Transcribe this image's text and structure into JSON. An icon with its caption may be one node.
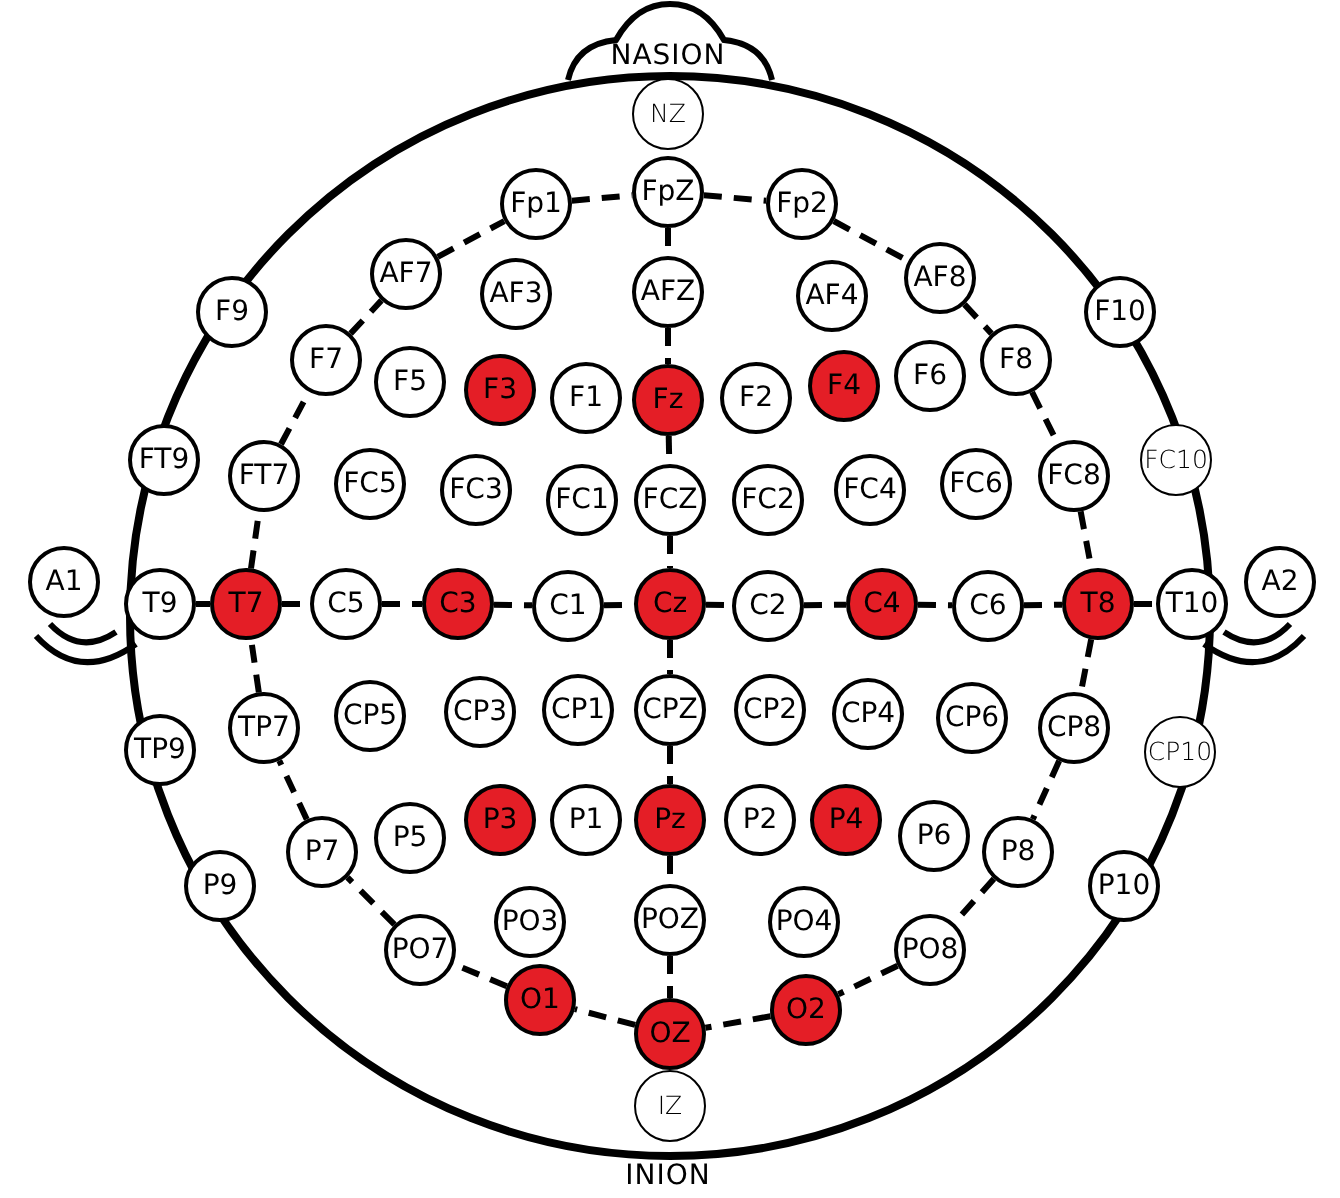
{
  "diagram": {
    "nodes": [
      {
        "text": [
          "NZ"
        ]
      },
      {
        "text": [
          "Fp1"
        ]
      },
      {
        "text": [
          "FpZ"
        ]
      },
      {
        "text": [
          "Fp2"
        ]
      },
      {
        "text": [
          "AF7"
        ]
      },
      {
        "text": [
          "AF3"
        ]
      },
      {
        "text": [
          "AFZ"
        ]
      },
      {
        "text": [
          "AF4"
        ]
      },
      {
        "text": [
          "AF8"
        ]
      },
      {
        "text": [
          "F9"
        ]
      },
      {
        "text": [
          "F10"
        ]
      },
      {
        "text": [
          "F7"
        ]
      },
      {
        "text": [
          "F5"
        ]
      },
      {
        "text": [
          "F3"
        ]
      },
      {
        "text": [
          "F1"
        ]
      },
      {
        "text": [
          "Fz"
        ]
      },
      {
        "text": [
          "F2"
        ]
      },
      {
        "text": [
          "F4"
        ]
      },
      {
        "text": [
          "F6"
        ]
      },
      {
        "text": [
          "F8"
        ]
      },
      {
        "text": [
          "FT9"
        ]
      },
      {
        "text": [
          "FT7"
        ]
      },
      {
        "text": [
          "FC5"
        ]
      },
      {
        "text": [
          "FC3"
        ]
      },
      {
        "text": [
          "FC1"
        ]
      },
      {
        "text": [
          "FCZ"
        ]
      },
      {
        "text": [
          "FC2"
        ]
      },
      {
        "text": [
          "FC4"
        ]
      },
      {
        "text": [
          "FC6"
        ]
      },
      {
        "text": [
          "FC8"
        ]
      },
      {
        "text": [
          "FC10"
        ]
      },
      {
        "text": [
          "A1"
        ]
      },
      {
        "text": [
          "T9"
        ]
      },
      {
        "text": [
          "T7"
        ]
      },
      {
        "text": [
          "C5"
        ]
      },
      {
        "text": [
          "C3"
        ]
      },
      {
        "text": [
          "C1"
        ]
      },
      {
        "text": [
          "Cz"
        ]
      },
      {
        "text": [
          "C2"
        ]
      },
      {
        "text": [
          "C4"
        ]
      },
      {
        "text": [
          "C6"
        ]
      },
      {
        "text": [
          "T8"
        ]
      },
      {
        "text": [
          "T10"
        ]
      },
      {
        "text": [
          "A2"
        ]
      },
      {
        "text": [
          "TP9"
        ]
      },
      {
        "text": [
          "TP7"
        ]
      },
      {
        "text": [
          "CP5"
        ]
      },
      {
        "text": [
          "CP3"
        ]
      },
      {
        "text": [
          "CP1"
        ]
      },
      {
        "text": [
          "CPZ"
        ]
      },
      {
        "text": [
          "CP2"
        ]
      },
      {
        "text": [
          "CP4"
        ]
      },
      {
        "text": [
          "CP6"
        ]
      },
      {
        "text": [
          "CP8"
        ]
      },
      {
        "text": [
          "CP10"
        ]
      },
      {
        "text": [
          "P9"
        ]
      },
      {
        "text": [
          "P7"
        ]
      },
      {
        "text": [
          "P5"
        ]
      },
      {
        "text": [
          "P3"
        ]
      },
      {
        "text": [
          "P1"
        ]
      },
      {
        "text": [
          "Pz"
        ]
      },
      {
        "text": [
          "P2"
        ]
      },
      {
        "text": [
          "P4"
        ]
      },
      {
        "text": [
          "P6"
        ]
      },
      {
        "text": [
          "P8"
        ]
      },
      {
        "text": [
          "P10"
        ]
      },
      {
        "text": [
          "PO7"
        ]
      },
      {
        "text": [
          "PO3"
        ]
      },
      {
        "text": [
          "POZ"
        ]
      },
      {
        "text": [
          "PO4"
        ]
      },
      {
        "text": [
          "PO8"
        ]
      },
      {
        "text": [
          "O1"
        ]
      },
      {
        "text": [
          "OZ"
        ]
      },
      {
        "text": [
          "O2"
        ]
      },
      {
        "text": [
          "IZ"
        ]
      }
    ],
    "edges": [
      {
        "from": 1,
        "to": 2,
        "arrow": "none",
        "style": "dashed"
      },
      {
        "from": 2,
        "to": 3,
        "arrow": "none",
        "style": "dashed"
      },
      {
        "from": 3,
        "to": 8,
        "arrow": "none",
        "style": "dashed"
      },
      {
        "from": 8,
        "to": 19,
        "arrow": "none",
        "style": "dashed"
      },
      {
        "from": 19,
        "to": 29,
        "arrow": "none",
        "style": "dashed"
      },
      {
        "from": 29,
        "to": 41,
        "arrow": "none",
        "style": "dashed"
      },
      {
        "from": 41,
        "to": 53,
        "arrow": "none",
        "style": "dashed"
      },
      {
        "from": 53,
        "to": 64,
        "arrow": "none",
        "style": "dashed"
      },
      {
        "from": 64,
        "to": 70,
        "arrow": "none",
        "style": "dashed"
      },
      {
        "from": 70,
        "to": 73,
        "arrow": "none",
        "style": "dashed"
      },
      {
        "from": 73,
        "to": 72,
        "arrow": "none",
        "style": "dashed"
      },
      {
        "from": 72,
        "to": 71,
        "arrow": "none",
        "style": "dashed"
      },
      {
        "from": 71,
        "to": 66,
        "arrow": "none",
        "style": "dashed"
      },
      {
        "from": 66,
        "to": 56,
        "arrow": "none",
        "style": "dashed"
      },
      {
        "from": 56,
        "to": 45,
        "arrow": "none",
        "style": "dashed"
      },
      {
        "from": 45,
        "to": 33,
        "arrow": "none",
        "style": "dashed"
      },
      {
        "from": 33,
        "to": 21,
        "arrow": "none",
        "style": "dashed"
      },
      {
        "from": 21,
        "to": 11,
        "arrow": "none",
        "style": "dashed"
      },
      {
        "from": 11,
        "to": 4,
        "arrow": "none",
        "style": "dashed"
      },
      {
        "from": 4,
        "to": 1,
        "arrow": "none",
        "style": "dashed"
      },
      {
        "from": 32,
        "to": 33,
        "arrow": "none",
        "style": "dashed"
      },
      {
        "from": 33,
        "to": 34,
        "arrow": "none",
        "style": "dashed"
      },
      {
        "from": 34,
        "to": 35,
        "arrow": "none",
        "style": "dashed"
      },
      {
        "from": 35,
        "to": 36,
        "arrow": "none",
        "style": "dashed"
      },
      {
        "from": 36,
        "to": 37,
        "arrow": "none",
        "style": "dashed"
      },
      {
        "from": 37,
        "to": 38,
        "arrow": "none",
        "style": "dashed"
      },
      {
        "from": 38,
        "to": 39,
        "arrow": "none",
        "style": "dashed"
      },
      {
        "from": 39,
        "to": 40,
        "arrow": "none",
        "style": "dashed"
      },
      {
        "from": 40,
        "to": 41,
        "arrow": "none",
        "style": "dashed"
      },
      {
        "from": 41,
        "to": 42,
        "arrow": "none",
        "style": "dashed"
      },
      {
        "from": 2,
        "to": 6,
        "arrow": "none",
        "style": "dashed"
      },
      {
        "from": 6,
        "to": 15,
        "arrow": "none",
        "style": "dashed"
      },
      {
        "from": 15,
        "to": 25,
        "arrow": "none",
        "style": "dashed"
      },
      {
        "from": 25,
        "to": 37,
        "arrow": "none",
        "style": "dashed"
      },
      {
        "from": 37,
        "to": 49,
        "arrow": "none",
        "style": "dashed"
      },
      {
        "from": 49,
        "to": 60,
        "arrow": "none",
        "style": "dashed"
      },
      {
        "from": 60,
        "to": 68,
        "arrow": "none",
        "style": "dashed"
      },
      {
        "from": 68,
        "to": 72,
        "arrow": "none",
        "style": "dashed"
      }
    ],
    "labels": [
      "NASION",
      "INION"
    ]
  }
}
